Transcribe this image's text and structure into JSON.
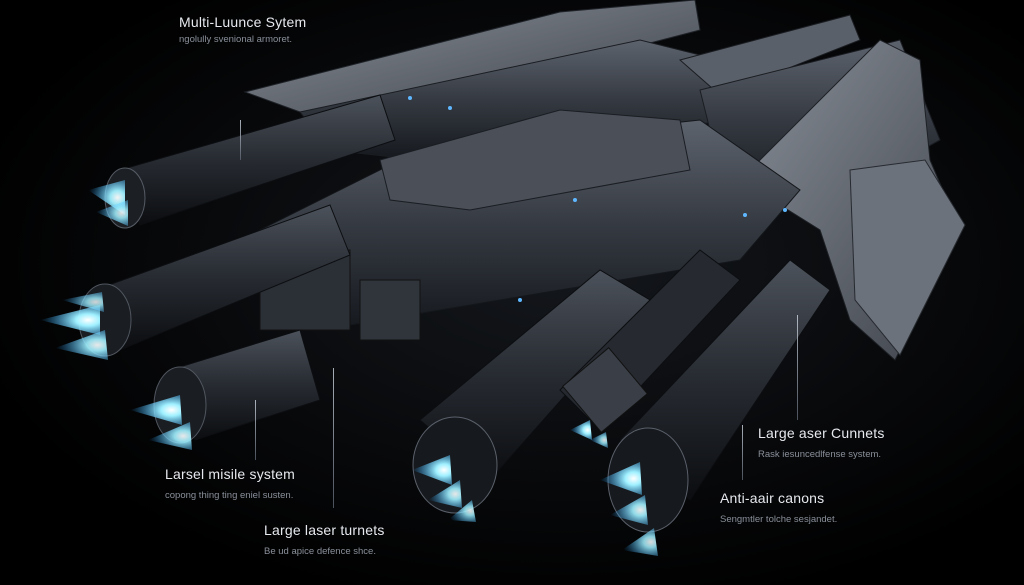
{
  "labels": {
    "multi_launch": {
      "title": "Multi-Luunce Sytem",
      "subtitle": "ngolully svenional armoret."
    },
    "missile": {
      "title": "Larsel misile system",
      "subtitle": "copong thing ting eniel susten."
    },
    "laser_left": {
      "title": "Large laser turnets",
      "subtitle": "Be ud apice defence shce."
    },
    "laser_right": {
      "title": "Large aser Cunnets",
      "subtitle": "Rask iesuncedlfense system."
    },
    "anti_air": {
      "title": "Anti-aair canons",
      "subtitle": "Sengmtler tolche sesjandet."
    }
  },
  "colors": {
    "background": "#000000",
    "hull": "#3a3f47",
    "thruster": "#38c8ff"
  }
}
